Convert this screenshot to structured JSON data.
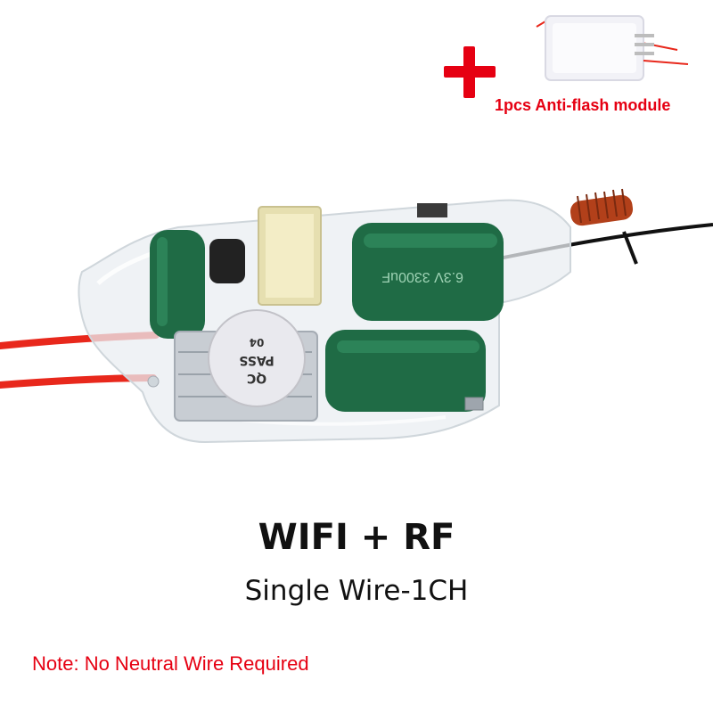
{
  "addon": {
    "caption": "1pcs Anti-flash module"
  },
  "product": {
    "title": "WIFI + RF",
    "subtitle": "Single Wire-1CH",
    "note": "Note: No Neutral Wire Required"
  },
  "module_labels": {
    "qc_sticker_line1": "QC",
    "qc_sticker_line2": "PASS",
    "qc_sticker_line3": "04",
    "capacitor_text": "6.3V 3300uF"
  },
  "colors": {
    "accent_red": "#e60012",
    "capacitor_green": "#1f6b45",
    "wire_red": "#e8281c",
    "wire_black": "#111111",
    "coil_copper": "#b2401a"
  }
}
